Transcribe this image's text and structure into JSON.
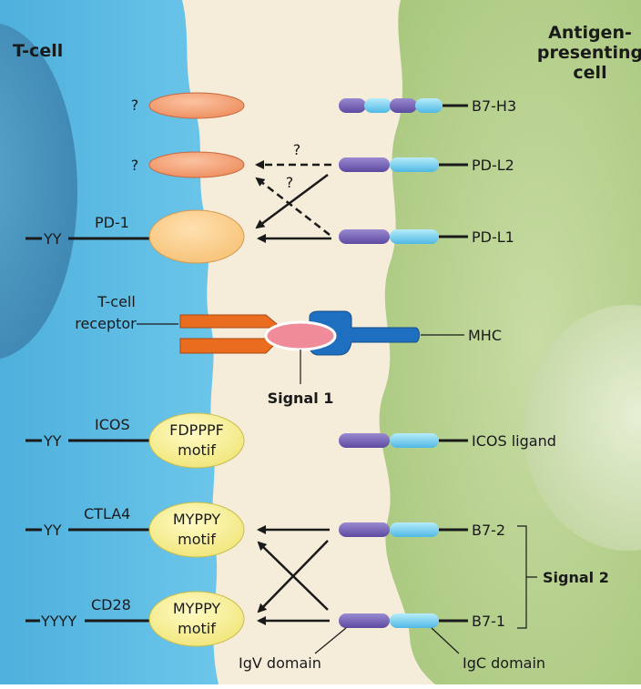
{
  "left_cell": {
    "title": "T-cell"
  },
  "right_cell": {
    "title_lines": [
      "Antigen-",
      "presenting",
      "cell"
    ]
  },
  "question_mark": "?",
  "receptors": {
    "pd1": {
      "label": "PD-1",
      "tail": "YY"
    },
    "tcr": {
      "label_lines": [
        "T-cell",
        "receptor"
      ]
    },
    "icos": {
      "label": "ICOS",
      "tail": "YY",
      "motif_lines": [
        "FDPPPF",
        "motif"
      ]
    },
    "ctla4": {
      "label": "CTLA4",
      "tail": "YY",
      "motif_lines": [
        "MYPPY",
        "motif"
      ]
    },
    "cd28": {
      "label": "CD28",
      "tail": "YYYY",
      "motif_lines": [
        "MYPPY",
        "motif"
      ]
    }
  },
  "ligands": {
    "b7h3": "B7-H3",
    "pdl2": "PD-L2",
    "pdl1": "PD-L1",
    "mhc": "MHC",
    "icosl": "ICOS ligand",
    "b72": "B7-2",
    "b71": "B7-1"
  },
  "signals": {
    "signal1": "Signal 1",
    "signal2": "Signal 2"
  },
  "domains": {
    "igv": "IgV domain",
    "igc": "IgC domain"
  },
  "colors": {
    "tcell_membrane": "#5bbbe3",
    "apc_membrane": "#b5cf8d",
    "gap": "#f5ecd9",
    "orange_receptor": "#f2a074",
    "yellow_motif": "#f6f09a",
    "igv": "#7b68b8",
    "igc": "#74cfee",
    "tcr_orange": "#ea6c1e",
    "mhc_blue": "#1f6fc0",
    "peptide_pink": "#f08c9a"
  }
}
